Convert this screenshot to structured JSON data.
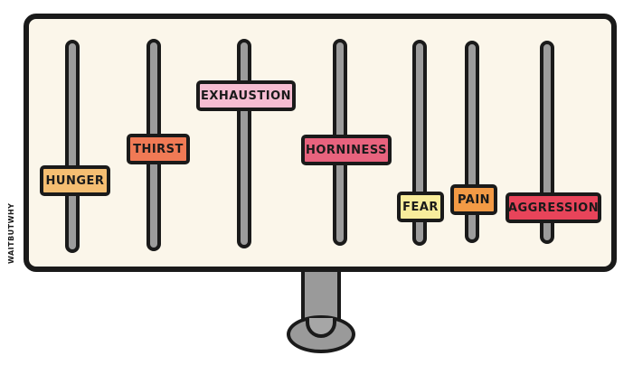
{
  "watermark": "WAITBUTWHY",
  "colors": {
    "board_fill": "#fbf6ea",
    "track_gray": "#9c9c9c",
    "outline": "#1a1a1a"
  },
  "sliders": [
    {
      "label": "HUNGER",
      "color": "#f5be72",
      "level": 0.33
    },
    {
      "label": "THIRST",
      "color": "#f07a55",
      "level": 0.48
    },
    {
      "label": "EXHAUSTION",
      "color": "#f6bdd2",
      "level": 0.74
    },
    {
      "label": "HORNINESS",
      "color": "#e8637e",
      "level": 0.46
    },
    {
      "label": "FEAR",
      "color": "#f8ed9c",
      "level": 0.17
    },
    {
      "label": "PAIN",
      "color": "#f39a45",
      "level": 0.2
    },
    {
      "label": "AGGRESSION",
      "color": "#e8445a",
      "level": 0.16
    }
  ]
}
